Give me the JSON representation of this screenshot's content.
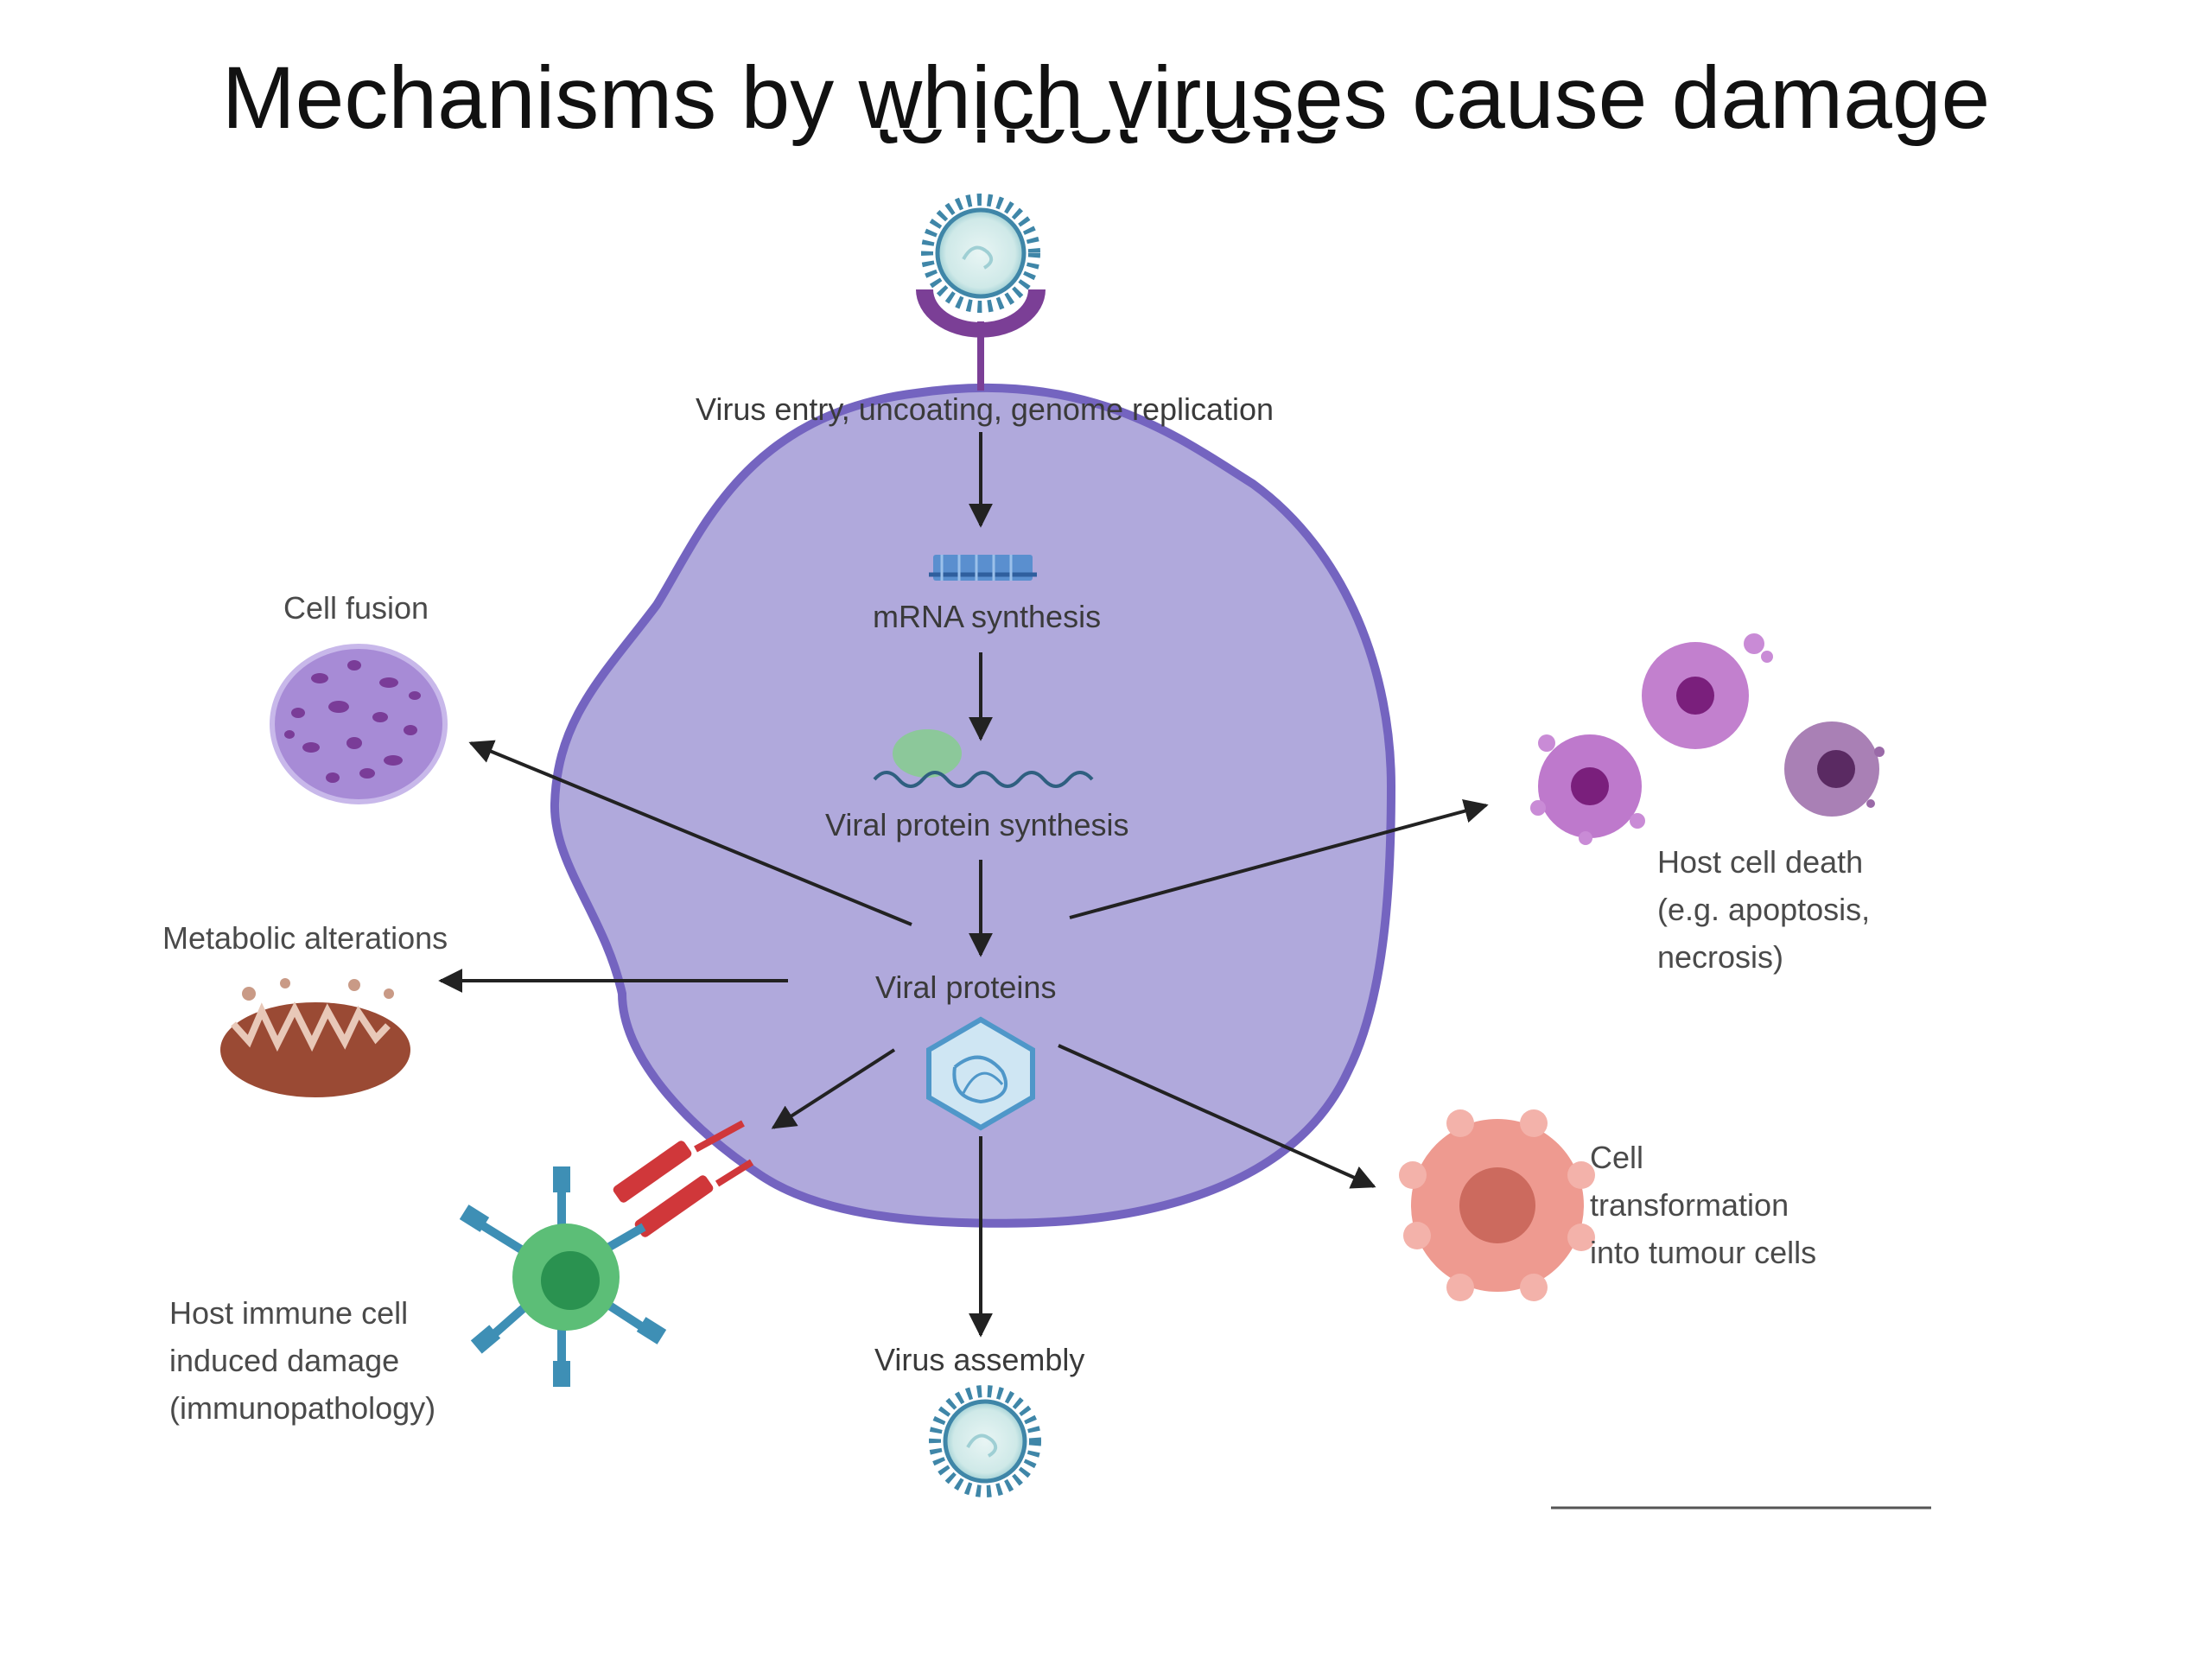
{
  "slide": {
    "title_line1": "Mechanisms by which viruses cause damage",
    "title_line2_partial": "to host cells"
  },
  "labels": {
    "entry": "Virus entry, uncoating, genome replication",
    "mrna": "mRNA synthesis",
    "protein_synthesis": "Viral protein synthesis",
    "viral_proteins": "Viral proteins",
    "assembly": "Virus assembly",
    "cell_fusion": "Cell fusion",
    "metabolic": "Metabolic alterations",
    "immune": [
      "Host immune cell",
      "induced damage",
      "(immunopathology)"
    ],
    "death": [
      "Host cell death",
      "(e.g. apoptosis,",
      "necrosis)"
    ],
    "transformation": [
      "Cell",
      "transformation",
      "into tumour cells"
    ]
  },
  "colors": {
    "host_cell_fill": "#b0a9dc",
    "host_cell_border": "#7464c0",
    "arrow": "#222222",
    "virus_capsid": "#3f86a8",
    "receptor": "#7b3f96",
    "fusion_cell": "#a78bd6",
    "dead_cell": "#b76ac6",
    "tumour_cell": "#ee9a90",
    "immune_cell": "#5cbe77",
    "antibody": "#d0373a",
    "mitochondrion": "#9a4a34"
  }
}
